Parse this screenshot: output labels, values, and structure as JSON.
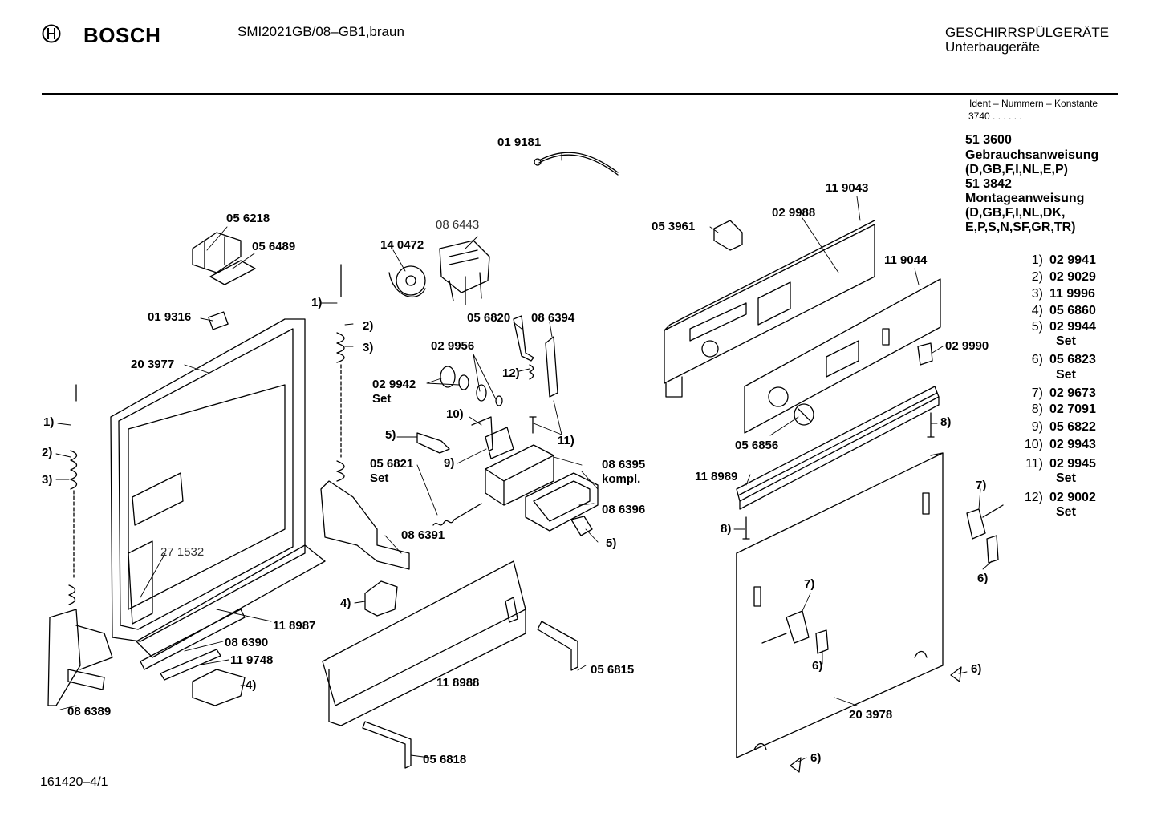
{
  "header": {
    "brand": "BOSCH",
    "model": "SMI2021GB/08–GB1,braun",
    "category_line1": "GESCHIRRSPÜLGERÄTE",
    "category_line2": "Unterbaugeräte"
  },
  "ident": {
    "title": "Ident – Nummern – Konstante",
    "value": "3740 . . . . . ."
  },
  "documents": [
    {
      "number": "51 3600",
      "title": "Gebrauchsanweisung",
      "languages": "(D,GB,F,I,NL,E,P)"
    },
    {
      "number": "51 3842",
      "title": "Montageanweisung",
      "languages_line1": "(D,GB,F,I,NL,DK,",
      "languages_line2": "E,P,S,N,SF,GR,TR)"
    }
  ],
  "legend": [
    {
      "key": "1)",
      "part": "02 9941"
    },
    {
      "key": "2)",
      "part": "02 9029"
    },
    {
      "key": "3)",
      "part": "11 9996"
    },
    {
      "key": "4)",
      "part": "05 6860"
    },
    {
      "key": "5)",
      "part": "02 9944",
      "note": "Set"
    },
    {
      "key": "6)",
      "part": "05 6823",
      "note": "Set"
    },
    {
      "key": "7)",
      "part": "02 9673"
    },
    {
      "key": "8)",
      "part": "02 7091"
    },
    {
      "key": "9)",
      "part": "05 6822"
    },
    {
      "key": "10)",
      "part": "02 9943"
    },
    {
      "key": "11)",
      "part": "02 9945",
      "note": "Set"
    },
    {
      "key": "12)",
      "part": "02 9002",
      "note": "Set"
    }
  ],
  "labels": {
    "p019181": "01 9181",
    "p086443": "08 6443",
    "p140472": "14 0472",
    "p056218": "05 6218",
    "p056489": "05 6489",
    "p019316": "01 9316",
    "p203977": "20 3977",
    "p056820": "05 6820",
    "p086394": "08 6394",
    "p029956": "02 9956",
    "p029942": "02 9942",
    "set_a": "Set",
    "p056821": "05 6821",
    "set_b": "Set",
    "p086395": "08 6395",
    "kompl": "kompl.",
    "p086396": "08 6396",
    "p086391": "08 6391",
    "p271532": "27 1532",
    "p118987": "11 8987",
    "p086390": "08 6390",
    "p119748": "11 9748",
    "p086389": "08 6389",
    "p118988": "11 8988",
    "p056815": "05 6815",
    "p056818": "05 6818",
    "p119043": "11 9043",
    "p029988": "02 9988",
    "p053961": "05 3961",
    "p119044": "11 9044",
    "p029990": "02 9990",
    "p056856": "05 6856",
    "p118989": "11 8989",
    "p203978": "20 3978",
    "c1a": "1)",
    "c1b": "1)",
    "c2a": "2)",
    "c2b": "2)",
    "c3a": "3)",
    "c3b": "3)",
    "c4a": "4)",
    "c4b": "4)",
    "c5a": "5)",
    "c5b": "5)",
    "c6a": "6)",
    "c6b": "6)",
    "c6c": "6)",
    "c6d": "6)",
    "c7a": "7)",
    "c7b": "7)",
    "c8a": "8)",
    "c8b": "8)",
    "c9": "9)",
    "c10": "10)",
    "c11": "11)",
    "c12": "12)"
  },
  "footer": {
    "drawing_number": "161420–4/1"
  }
}
